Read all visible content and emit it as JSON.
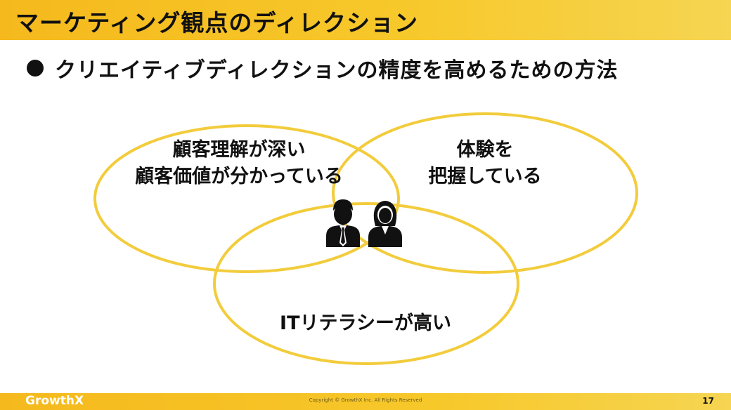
{
  "slide": {
    "title": "マーケティング観点のディレクション",
    "bullet": "クリエイティブディレクションの精度を高めるための方法"
  },
  "venn": {
    "circle_a": {
      "line1": "顧客理解が深い",
      "line2": "顧客価値が分かっている"
    },
    "circle_b": {
      "line1": "体験を",
      "line2": "把握している"
    },
    "circle_c": {
      "line1": "ITリテラシーが高い"
    },
    "center_icon": "business-people-icon"
  },
  "footer": {
    "logo": "GrowthX",
    "copyright": "Copyright © GrowthX Inc. All Rights Reserved",
    "page_number": "17"
  },
  "colors": {
    "accent": "#f7c82a",
    "circle_stroke": "#f2cc3c",
    "text": "#111111"
  }
}
